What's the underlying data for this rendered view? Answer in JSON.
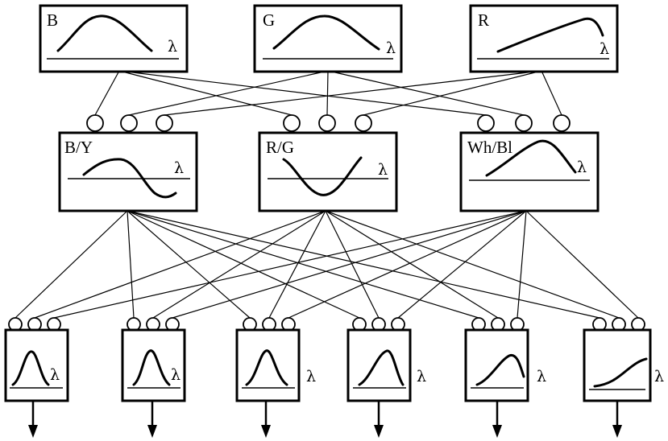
{
  "diagram": {
    "axis_symbol": "λ",
    "receptors": [
      {
        "id": "b",
        "label": "B",
        "curve": "bell-left"
      },
      {
        "id": "g",
        "label": "G",
        "curve": "bell-mid"
      },
      {
        "id": "r",
        "label": "R",
        "curve": "rising-right"
      }
    ],
    "opponent_channels": [
      {
        "id": "by",
        "label": "B/Y",
        "curve": "sine"
      },
      {
        "id": "rg",
        "label": "R/G",
        "curve": "trough"
      },
      {
        "id": "whbl",
        "label": "Wh/Bl",
        "curve": "broad-bell"
      }
    ],
    "output_units": [
      {
        "id": "o1",
        "curve": "narrow-bell"
      },
      {
        "id": "o2",
        "curve": "narrow-bell"
      },
      {
        "id": "o3",
        "curve": "narrow-bell"
      },
      {
        "id": "o4",
        "curve": "narrow-bell-right"
      },
      {
        "id": "o5",
        "curve": "skewed-right"
      },
      {
        "id": "o6",
        "curve": "sigmoid"
      }
    ]
  }
}
